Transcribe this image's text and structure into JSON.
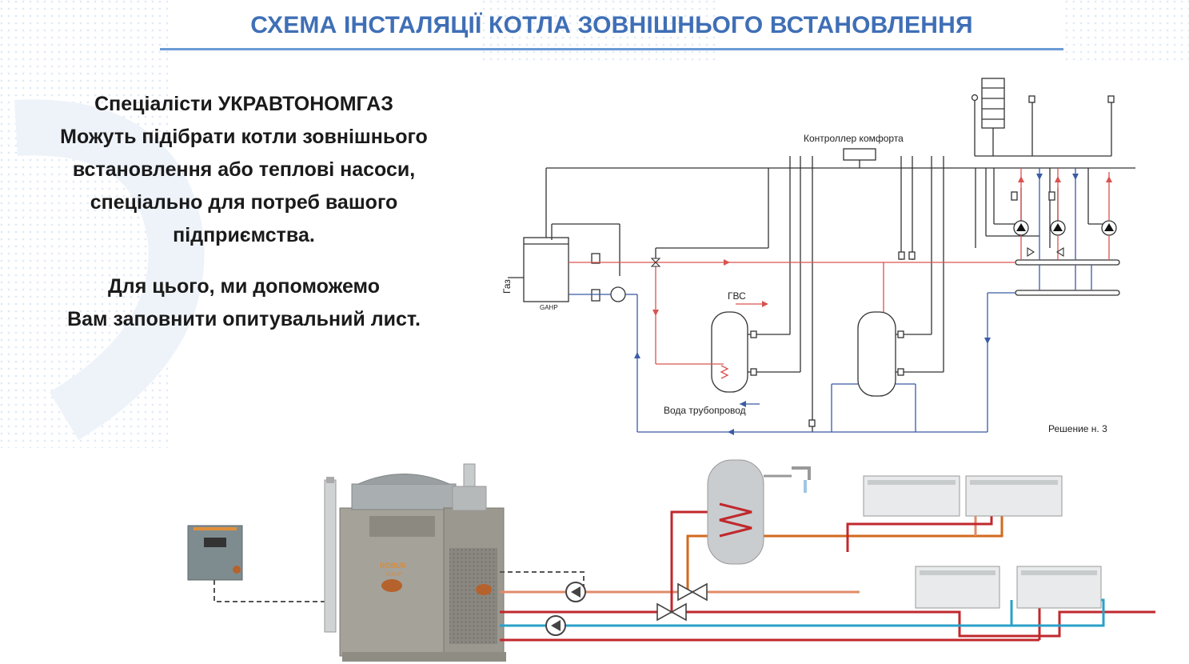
{
  "title": "СХЕМА ІНСТАЛЯЦІЇ КОТЛА ЗОВНІШНЬОГО ВСТАНОВЛЕННЯ",
  "intro": {
    "line1": "Спеціалісти УКРАВТОНОМГАЗ",
    "line2": "Можуть підібрати котли зовнішнього",
    "line3": "встановлення або теплові насоси,",
    "line4": "спеціально для потреб вашого",
    "line5": "підприємства.",
    "line6": "Для цього, ми допоможемо",
    "line7": "Вам заповнити опитувальний лист."
  },
  "schematic": {
    "controller_label": "Контроллер комфорта",
    "gas_label": "Газ",
    "unit_label": "GAHP",
    "dhw_label": "ГВС",
    "water_label": "Вода трубопровод",
    "solution_label": "Решение н. 3"
  },
  "illustration": {
    "unit_brand": "ROBUR",
    "unit_model": "GAHP"
  },
  "colors": {
    "title": "#3f6fb6",
    "hot_pipe": "#d9534f",
    "cold_pipe": "#3b5ba5",
    "supply_red": "#c0282d",
    "return_blue": "#2aa0c8",
    "line": "#333333"
  }
}
